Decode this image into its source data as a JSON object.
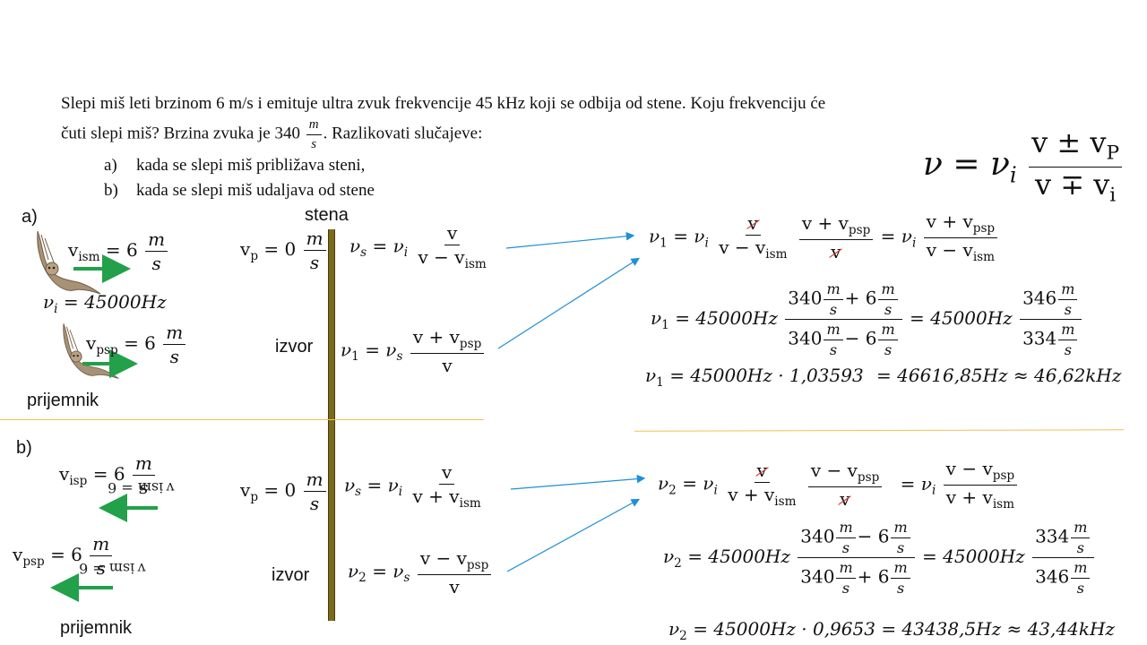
{
  "problem": {
    "line1": "Slepi miš leti brzinom 6 m/s i emituje ultra zvuk frekvencije 45 kHz koji se odbija od stene. Koju frekvenciju će",
    "line2_before": "čuti slepi miš? Brzina zvuka je 340",
    "line2_after": ". Razlikovati slučajeve:",
    "unit_num": "m",
    "unit_den": "s",
    "case_a_marker": "a)",
    "case_a": "kada se slepi miš približava steni,",
    "case_b_marker": "b)",
    "case_b": "kada se slepi miš udaljava od stene"
  },
  "general_formula": {
    "lhs": "ν",
    "eq": "=",
    "nu_i": "ν",
    "sub_i": "i",
    "num": "v ± v",
    "num_sub": "P",
    "den": "v ∓ v",
    "den_sub": "i"
  },
  "labels": {
    "a": "a)",
    "b": "b)",
    "stena": "stena",
    "izvor_a": "izvor",
    "izvor_b": "izvor",
    "prijemnik_a": "prijemnik",
    "prijemnik_b": "prijemnik"
  },
  "part_a": {
    "v_ism": "v",
    "v_ism_sub": "ism",
    "v_ism_val": "= 6",
    "nu_i_lhs": "ν",
    "nu_i_sub": "i",
    "nu_i_val": "= 45000Hz",
    "v_psp": "v",
    "v_psp_sub": "psp",
    "v_psp_val": "= 6",
    "vp": "v",
    "vp_sub": "p",
    "vp_val": "= 0",
    "nus_lhs": "ν",
    "nus_sub": "s",
    "nus_rhs": "= ν",
    "nus_rhs_sub": "i",
    "nus_num": "v",
    "nus_den": "v − v",
    "nus_den_sub": "ism",
    "nu1_lhs": "ν",
    "nu1_sub": "1",
    "nu1_rhs": "= ν",
    "nu1_rhs_sub": "s",
    "nu1_num": "v + v",
    "nu1_num_sub": "psp",
    "nu1_den": "v",
    "r1_a": "= ν",
    "r1_sub": "i",
    "r1_f1_num": "v",
    "r1_f1_den": "v − v",
    "r1_f1_den_sub": "ism",
    "r1_f2_num": "v + v",
    "r1_f2_num_sub": "psp",
    "r1_f2_den": "v",
    "r1_eq2": "= ν",
    "r1_eq2_sub": "i",
    "r1_f3_num": "v + v",
    "r1_f3_num_sub": "psp",
    "r1_f3_den": "v − v",
    "r1_f3_den_sub": "ism",
    "r2_lhs": "= 45000Hz",
    "r2_num_a": "340",
    "r2_num_b": "+ 6",
    "r2_den_a": "340",
    "r2_den_b": "− 6",
    "r2_eq": "= 45000Hz",
    "r2_res_num": "346",
    "r2_res_den": "334",
    "r3": "= 45000Hz · 1,03593",
    "r3_result": "= 46616,85Hz ≈ 46,62kHz"
  },
  "part_b": {
    "v_isp": "v",
    "v_isp_sub": "isp",
    "v_isp_val": "= 6",
    "v_psp": "v",
    "v_psp_sub": "psp",
    "v_psp_val": "= 6",
    "mirror_text": "v ism = 6",
    "vp": "v",
    "vp_sub": "p",
    "vp_val": "= 0",
    "nus_lhs": "ν",
    "nus_sub": "s",
    "nus_rhs": "= ν",
    "nus_rhs_sub": "i",
    "nus_num": "v",
    "nus_den": "v + v",
    "nus_den_sub": "ism",
    "nu2_lhs": "ν",
    "nu2_sub": "2",
    "nu2_rhs": "= ν",
    "nu2_rhs_sub": "s",
    "nu2_num": "v − v",
    "nu2_num_sub": "psp",
    "nu2_den": "v",
    "r1_a": "= ν",
    "r1_sub": "i",
    "r1_f1_num": "v",
    "r1_f1_den": "v + v",
    "r1_f1_den_sub": "ism",
    "r1_f2_num": "v − v",
    "r1_f2_num_sub": "psp",
    "r1_f2_den": "v",
    "r1_eq2": "= ν",
    "r1_eq2_sub": "i",
    "r1_f3_num": "v − v",
    "r1_f3_num_sub": "psp",
    "r1_f3_den": "v + v",
    "r1_f3_den_sub": "ism",
    "r2_lhs": "= 45000Hz",
    "r2_num_a": "340",
    "r2_num_b": "− 6",
    "r2_den_a": "340",
    "r2_den_b": "+ 6",
    "r2_eq": "= 45000Hz",
    "r2_res_num": "334",
    "r2_res_den": "346",
    "r3": "= 45000Hz · 0,9653 = 43438,5Hz ≈ 43,44kHz"
  },
  "colors": {
    "arrow_blue": "#1f8fd6",
    "arrow_green": "#22a04a",
    "strike_red": "#d9302a",
    "separator": "#f2c14e",
    "wall": "#7a6a1c"
  }
}
